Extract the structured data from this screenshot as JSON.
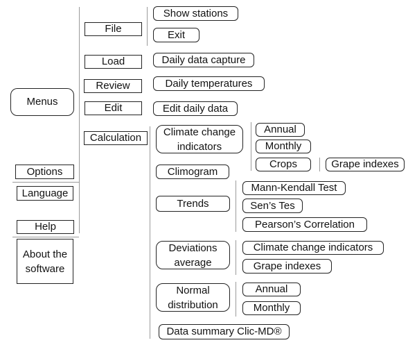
{
  "root": {
    "label": "Menus"
  },
  "left_menu": {
    "options": "Options",
    "language": "Language",
    "help": "Help",
    "about": "About the\nsoftware"
  },
  "menus": {
    "file": "File",
    "load": "Load",
    "review": "Review",
    "edit": "Edit",
    "calculation": "Calculation"
  },
  "file_items": {
    "show_stations": "Show stations",
    "exit": "Exit"
  },
  "load_items": {
    "daily_data_capture": "Daily data capture"
  },
  "review_items": {
    "daily_temperatures": "Daily temperatures"
  },
  "edit_items": {
    "edit_daily_data": "Edit daily data"
  },
  "calculation_items": {
    "climate_change_indicators": "Climate change\nindicators",
    "climogram": "Climogram",
    "trends": "Trends",
    "deviations_average": "Deviations\naverage",
    "normal_distribution": "Normal\ndistribution",
    "data_summary": "Data summary Clic-MD®"
  },
  "climate_change_items": {
    "annual": "Annual",
    "monthly": "Monthly",
    "crops": "Crops",
    "grape_indexes": "Grape indexes"
  },
  "trends_items": {
    "mann_kendall": "Mann-Kendall Test",
    "sens": "Sen’s Tes",
    "pearson": "Pearson’s Correlation"
  },
  "deviations_items": {
    "climate_change_indicators": "Climate change indicators",
    "grape_indexes": "Grape indexes"
  },
  "normal_items": {
    "annual": "Annual",
    "monthly": "Monthly"
  }
}
